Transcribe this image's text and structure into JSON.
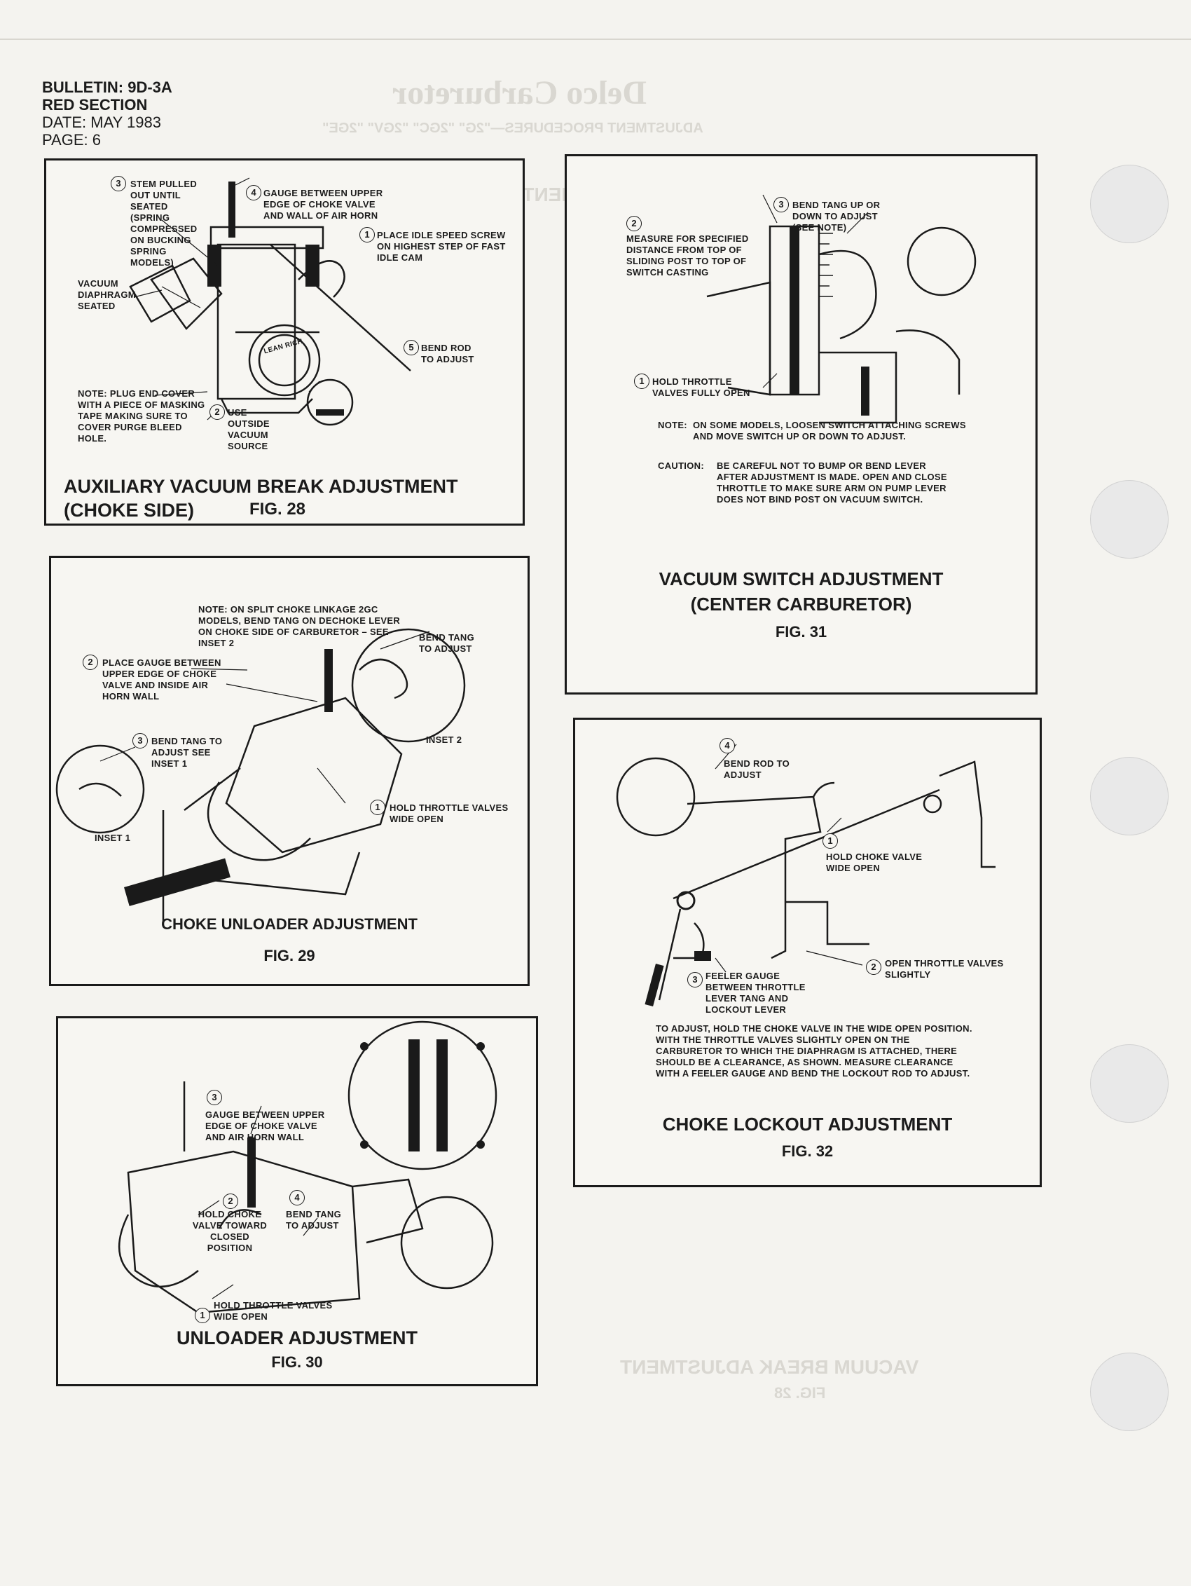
{
  "header": {
    "bulletin": "BULLETIN: 9D-3A",
    "section": "RED SECTION",
    "date": "DATE: MAY 1983",
    "page": "PAGE: 6"
  },
  "ghost": {
    "brand": "Delco Carburetor",
    "subtitle": "ADJUSTMENT PROCEDURES—\"2G\" \"2GC\" \"2GV\" \"2GE\"",
    "note": "NOTE: PERFORM ADJUSTMENTS IN PROPER SEQUENCE",
    "fig_title": "VACUUM BREAK ADJUSTMENT",
    "fig_num": "FIG. 28"
  },
  "fig28": {
    "callouts": [
      {
        "n": "3",
        "text": "STEM PULLED OUT UNTIL SEATED (SPRING COMPRESSED ON BUCKING SPRING MODELS)"
      },
      {
        "n": "4",
        "text": "GAUGE BETWEEN UPPER EDGE OF CHOKE VALVE AND WALL OF AIR HORN"
      },
      {
        "n": "1",
        "text": "PLACE IDLE SPEED SCREW ON HIGHEST STEP OF FAST IDLE CAM"
      },
      {
        "n": "",
        "text": "VACUUM DIAPHRAGM SEATED"
      },
      {
        "n": "5",
        "text": "BEND ROD TO ADJUST"
      },
      {
        "n": "",
        "text": "NOTE: PLUG END COVER WITH A PIECE OF MASKING TAPE MAKING SURE TO COVER PURGE BLEED HOLE."
      },
      {
        "n": "2",
        "text": "USE OUTSIDE VACUUM SOURCE"
      }
    ],
    "dial": "LEAN  RICH",
    "title1": "AUXILIARY VACUUM BREAK ADJUSTMENT",
    "title2": "(CHOKE SIDE)",
    "fig": "FIG. 28"
  },
  "fig29": {
    "note": "NOTE: ON SPLIT CHOKE LINKAGE 2GC MODELS, BEND TANG ON DECHOKE LEVER ON CHOKE SIDE OF CARBURETOR – SEE INSET 2",
    "callouts": [
      {
        "n": "",
        "text": "BEND TANG TO ADJUST"
      },
      {
        "n": "2",
        "text": "PLACE GAUGE BETWEEN UPPER EDGE OF CHOKE VALVE AND INSIDE AIR HORN WALL"
      },
      {
        "n": "3",
        "text": "BEND TANG TO ADJUST SEE INSET 1"
      },
      {
        "n": "1",
        "text": "HOLD THROTTLE VALVES WIDE OPEN"
      }
    ],
    "inset1": "INSET 1",
    "inset2": "INSET 2",
    "title": "CHOKE  UNLOADER ADJUSTMENT",
    "fig": "FIG. 29"
  },
  "fig30": {
    "callouts": [
      {
        "n": "3",
        "text": "GAUGE BETWEEN UPPER EDGE OF CHOKE VALVE AND AIR HORN WALL"
      },
      {
        "n": "2",
        "text": "HOLD CHOKE VALVE TOWARD CLOSED POSITION"
      },
      {
        "n": "4",
        "text": "BEND TANG TO ADJUST"
      },
      {
        "n": "1",
        "text": "HOLD THROTTLE VALVES WIDE OPEN"
      }
    ],
    "title": "UNLOADER ADJUSTMENT",
    "fig": "FIG. 30"
  },
  "fig31": {
    "callouts": [
      {
        "n": "3",
        "text": "BEND TANG UP OR DOWN TO ADJUST (SEE NOTE)"
      },
      {
        "n": "2",
        "text": "MEASURE FOR SPECIFIED DISTANCE FROM TOP OF SLIDING POST TO TOP OF SWITCH CASTING"
      },
      {
        "n": "1",
        "text": "HOLD THROTTLE VALVES FULLY OPEN"
      }
    ],
    "note_label": "NOTE:",
    "note": "ON SOME MODELS, LOOSEN SWITCH ATTACHING SCREWS AND MOVE SWITCH UP OR DOWN TO ADJUST.",
    "caution_label": "CAUTION:",
    "caution": "BE CAREFUL NOT TO BUMP OR BEND LEVER AFTER ADJUSTMENT IS MADE. OPEN AND CLOSE THROTTLE TO MAKE SURE ARM ON PUMP LEVER DOES NOT BIND POST ON VACUUM SWITCH.",
    "title1": "VACUUM SWITCH ADJUSTMENT",
    "title2": "(CENTER CARBURETOR)",
    "fig": "FIG. 31"
  },
  "fig32": {
    "callouts": [
      {
        "n": "4",
        "text": "BEND ROD TO ADJUST"
      },
      {
        "n": "1",
        "text": "HOLD CHOKE VALVE WIDE OPEN"
      },
      {
        "n": "2",
        "text": "OPEN THROTTLE VALVES SLIGHTLY"
      },
      {
        "n": "3",
        "text": "FEELER GAUGE BETWEEN THROTTLE LEVER TANG AND LOCKOUT LEVER"
      }
    ],
    "text": "TO ADJUST, HOLD THE CHOKE VALVE IN THE WIDE OPEN POSITION. WITH THE THROTTLE VALVES SLIGHTLY OPEN ON THE CARBURETOR TO WHICH THE DIAPHRAGM IS ATTACHED, THERE SHOULD BE A CLEARANCE, AS SHOWN. MEASURE CLEARANCE WITH A FEELER GAUGE AND BEND THE LOCKOUT ROD TO ADJUST.",
    "title": "CHOKE LOCKOUT ADJUSTMENT",
    "fig": "FIG. 32"
  }
}
